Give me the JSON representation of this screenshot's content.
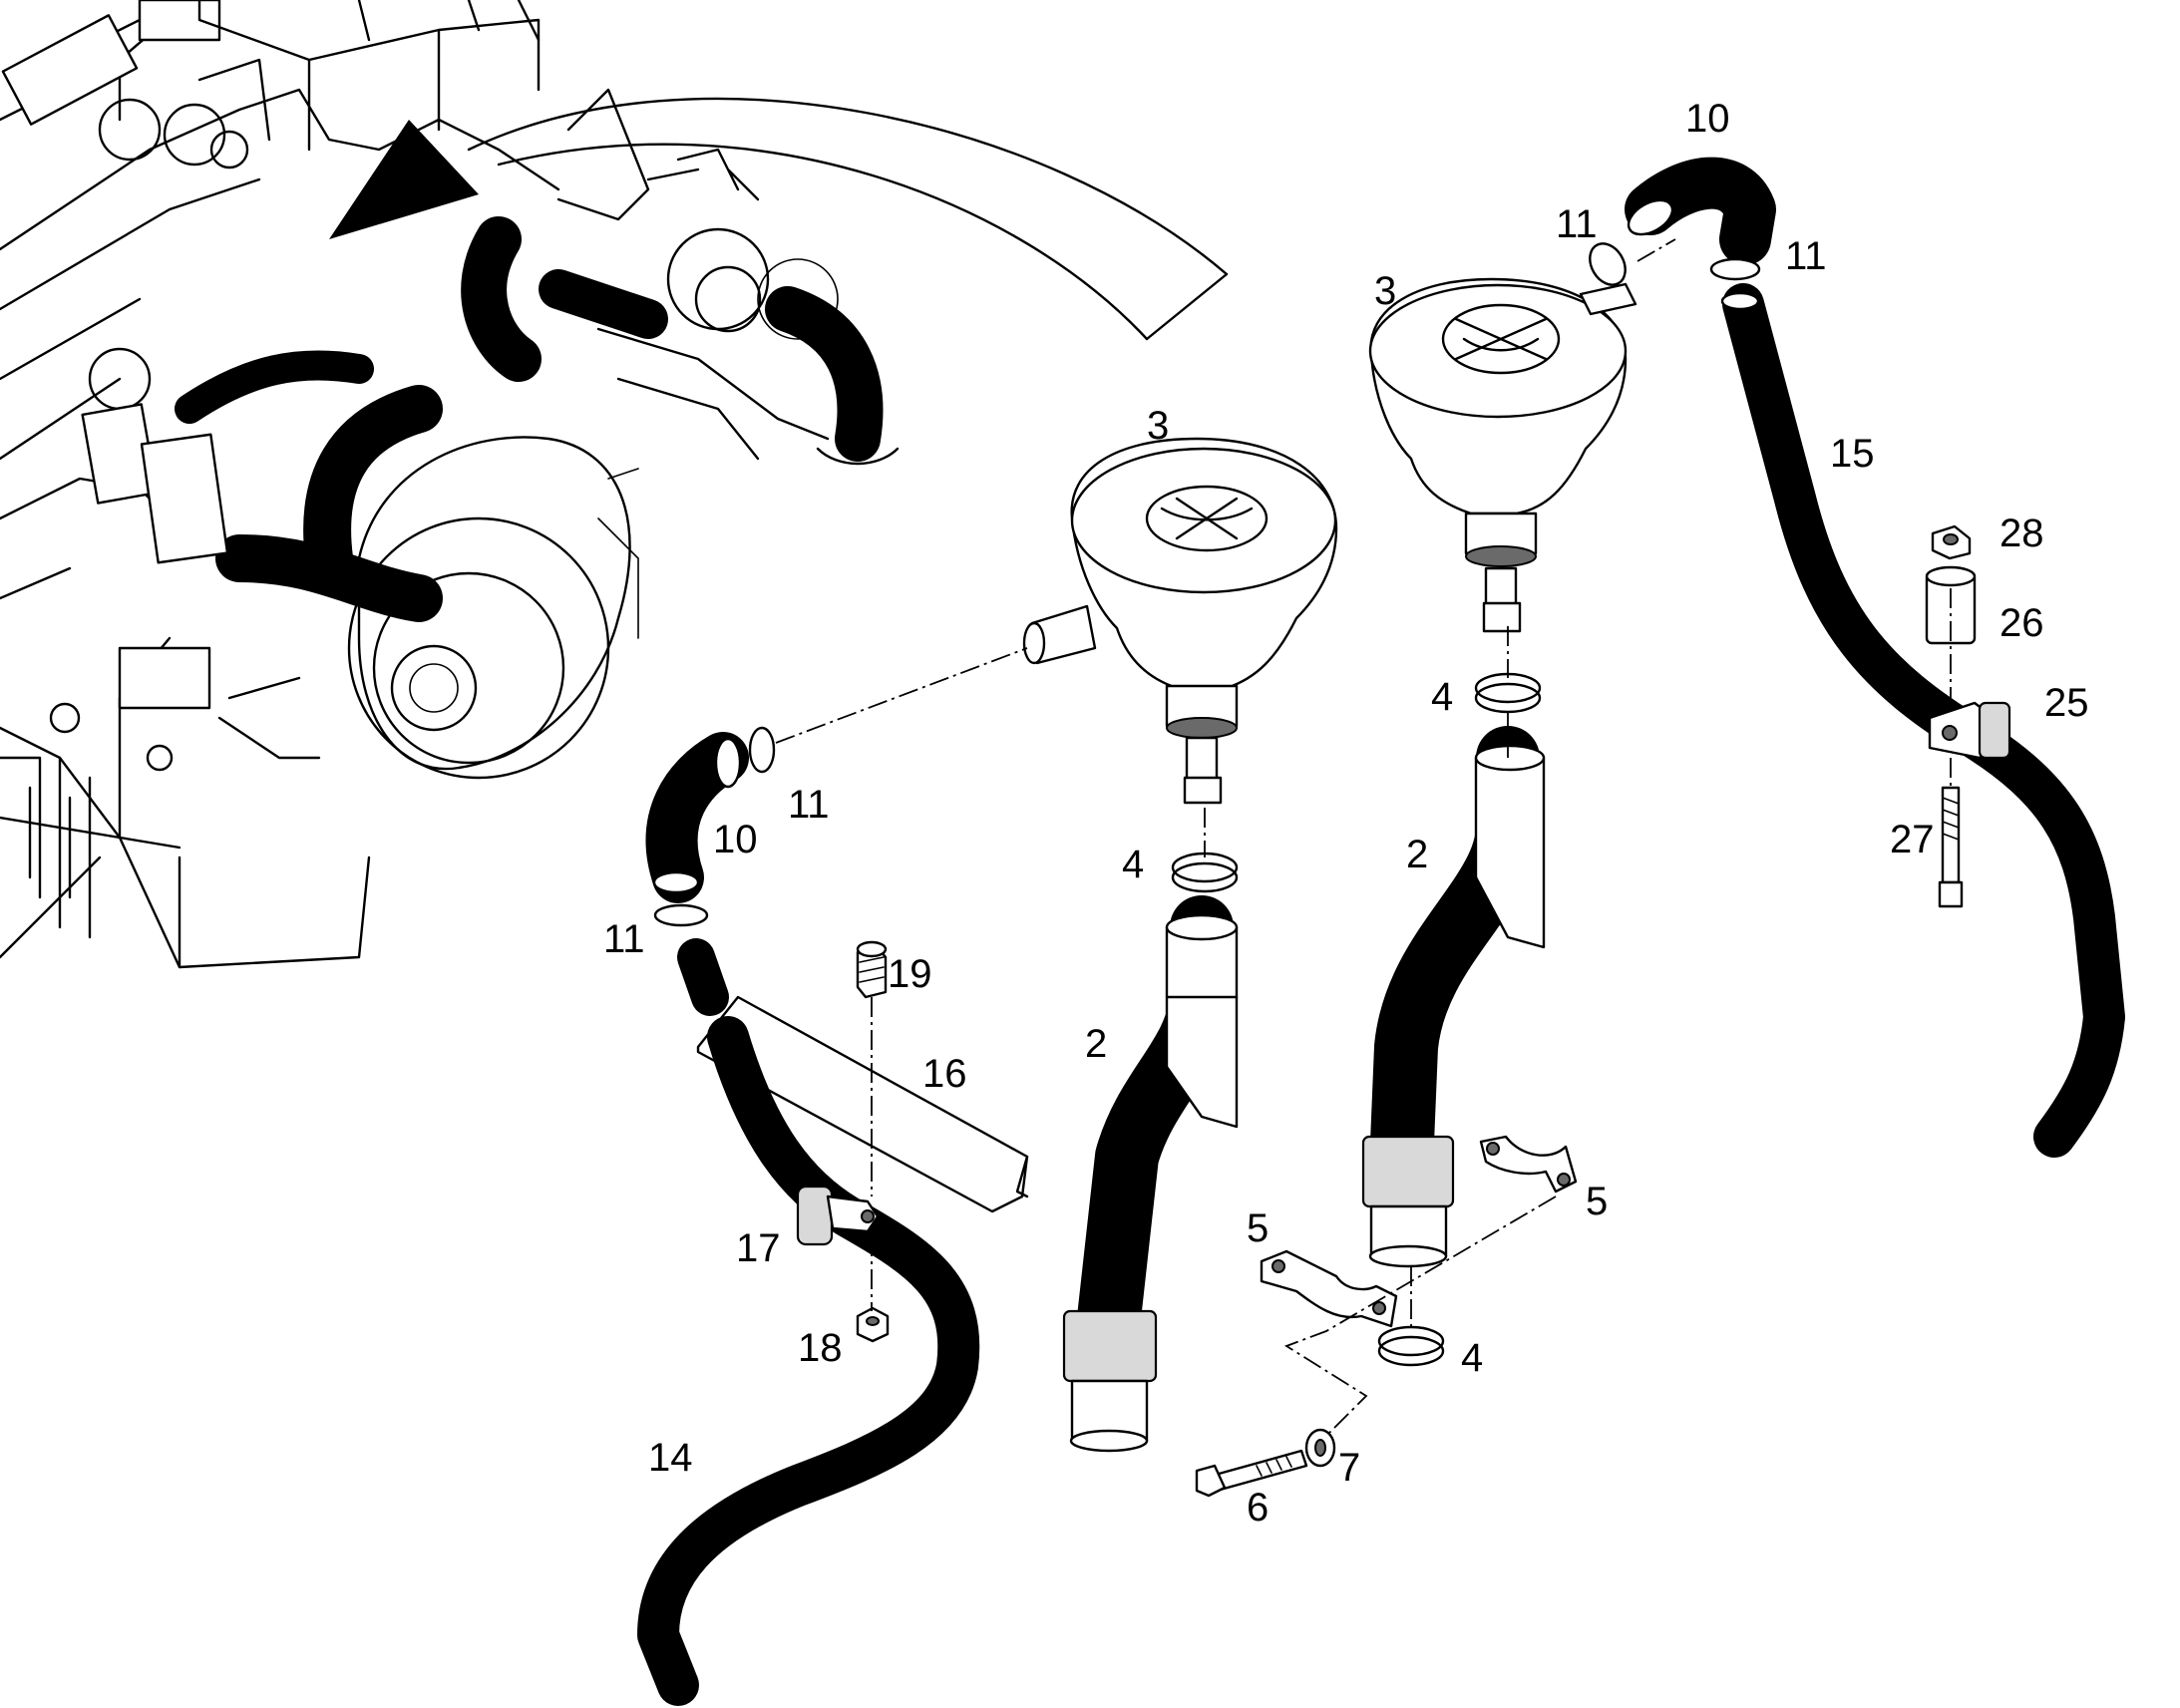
{
  "callouts": {
    "c2": "2",
    "c3": "3",
    "c4": "4",
    "c5": "5",
    "c6": "6",
    "c7": "7",
    "c10": "10",
    "c11": "11",
    "c14": "14",
    "c15": "15",
    "c16": "16",
    "c17": "17",
    "c18": "18",
    "c19": "19",
    "c25": "25",
    "c26": "26",
    "c27": "27",
    "c28": "28"
  },
  "parts": [
    {
      "id": "2",
      "name": "pipe"
    },
    {
      "id": "3",
      "name": "oil separator"
    },
    {
      "id": "4",
      "name": "seal ring"
    },
    {
      "id": "5",
      "name": "clamp half"
    },
    {
      "id": "6",
      "name": "bolt"
    },
    {
      "id": "7",
      "name": "washer"
    },
    {
      "id": "10",
      "name": "elbow hose"
    },
    {
      "id": "11",
      "name": "hose clamp"
    },
    {
      "id": "14",
      "name": "breather hose"
    },
    {
      "id": "15",
      "name": "breather hose"
    },
    {
      "id": "16",
      "name": "bracket"
    },
    {
      "id": "17",
      "name": "clip"
    },
    {
      "id": "18",
      "name": "nut"
    },
    {
      "id": "19",
      "name": "screw"
    },
    {
      "id": "25",
      "name": "clip"
    },
    {
      "id": "26",
      "name": "spacer"
    },
    {
      "id": "27",
      "name": "screw"
    },
    {
      "id": "28",
      "name": "nut"
    }
  ]
}
